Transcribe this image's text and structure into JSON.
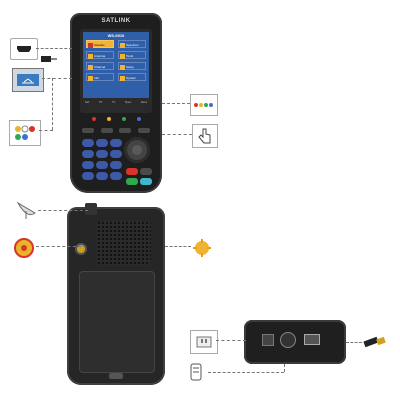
{
  "device": {
    "brand": "SATLINK",
    "screen_title": "WS-6916",
    "menu_items": [
      "Satellite",
      "Spectrum",
      "Antenna",
      "Tools",
      "Channel",
      "Setup",
      "Info",
      "System"
    ],
    "function_keys": [
      "SAT",
      "TP",
      "TV",
      "Spect",
      "Menu"
    ]
  },
  "colors": {
    "accent_red": "#d8342c",
    "accent_yellow": "#e8b428",
    "accent_green": "#2fa84f",
    "accent_blue": "#3d6fd0",
    "body": "#1e1e1e"
  },
  "callouts": {
    "left_top_icons": [
      "hdmi-icon",
      "tv-icon",
      "av-cable-icon"
    ],
    "right_front_icons": [
      "color-dots-icon",
      "hand-touch-icon"
    ],
    "back_icons": [
      "satellite-dish-icon",
      "compass-icon",
      "led-light-icon"
    ],
    "bottom_icons": [
      "power-adapter-icon",
      "car-charger-icon",
      "cable-plug-icon"
    ]
  }
}
